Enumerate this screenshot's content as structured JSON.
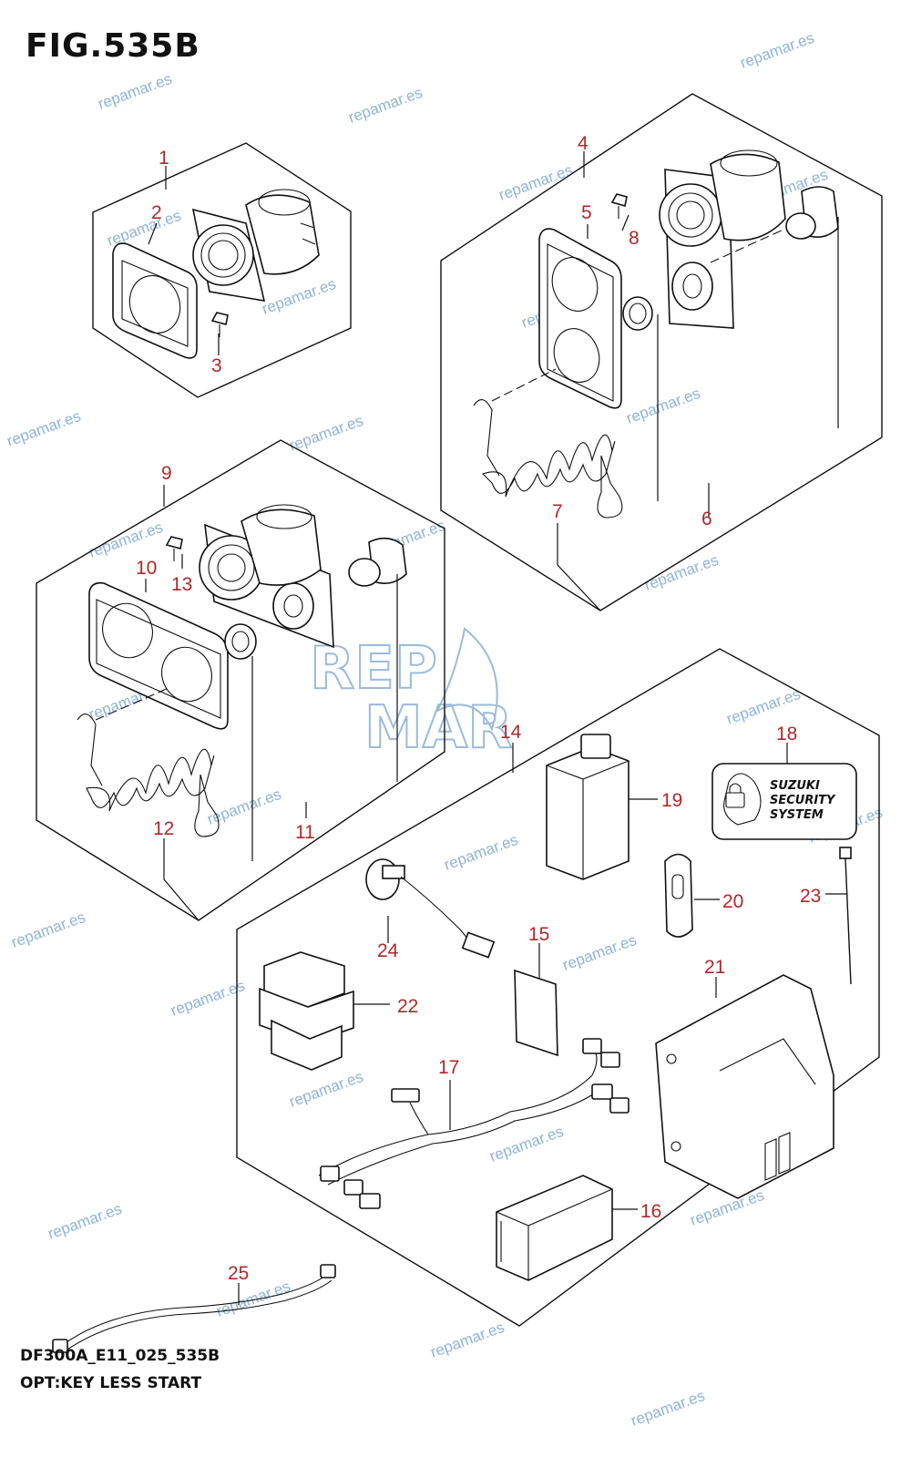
{
  "figure_title": "FIG.535B",
  "footer": {
    "model_code": "DF300A_E11_025_535B",
    "section_name": "OPT:KEY LESS START"
  },
  "callouts": [
    "1",
    "2",
    "3",
    "4",
    "5",
    "6",
    "7",
    "8",
    "9",
    "10",
    "11",
    "12",
    "13",
    "14",
    "15",
    "16",
    "17",
    "18",
    "19",
    "20",
    "21",
    "22",
    "23",
    "24",
    "25"
  ],
  "security_label": {
    "line1": "SUZUKI",
    "line2": "SECURITY",
    "line3": "SYSTEM"
  },
  "watermark_text": "repamar.es",
  "logo": {
    "top": "REP",
    "bottom": "MAR"
  },
  "colors": {
    "callout": "#b0282a",
    "watermark": "#8fb4d8",
    "line": "#111111"
  }
}
